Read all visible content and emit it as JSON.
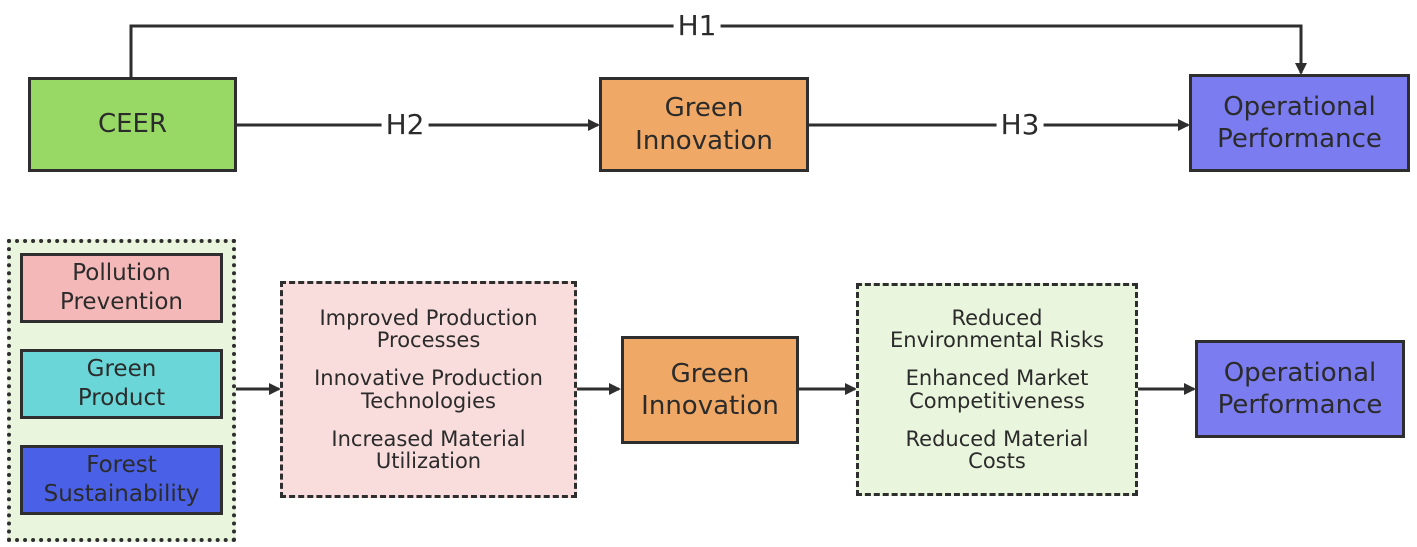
{
  "top_row": {
    "ceer": "CEER",
    "green_innovation": "Green\nInnovation",
    "operational_performance": "Operational\nPerformance",
    "h1": "H1",
    "h2": "H2",
    "h3": "H3"
  },
  "bottom_row": {
    "dimensions": [
      "Pollution\nPrevention",
      "Green\nProduct",
      "Forest\nSustainability"
    ],
    "mechanisms_left": [
      "Improved Production\nProcesses",
      "Innovative Production\nTechnologies",
      "Increased Material\nUtilization"
    ],
    "green_innovation": "Green\nInnovation",
    "mechanisms_right": [
      "Reduced\nEnvironmental Risks",
      "Enhanced Market\nCompetitiveness",
      "Reduced Material\nCosts"
    ],
    "operational_performance": "Operational\nPerformance"
  },
  "colors": {
    "ceer": "#98d966",
    "green_innovation": "#f0a866",
    "operational_performance": "#7b7cf0",
    "pollution_prevention": "#f5b8b8",
    "green_product": "#6bd6d8",
    "forest_sustainability": "#4a60e6",
    "outer_panel": "#e9f5dc",
    "mechanism_left_bg": "#f9dcdc",
    "mechanism_right_bg": "#e9f5dc",
    "line": "#2e2e2e"
  }
}
